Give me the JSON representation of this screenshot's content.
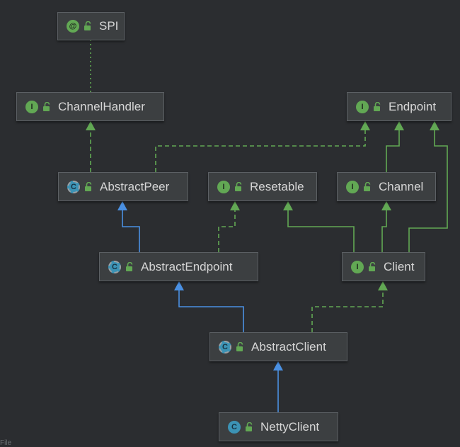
{
  "colors": {
    "background": "#2b2d30",
    "node_fill": "#3c3f41",
    "interface_badge": "#62a854",
    "class_badge": "#3c93b5",
    "implements_edge": "#62a854",
    "extends_edge": "#4a90e2",
    "annotation_edge": "#62a854"
  },
  "nodes": [
    {
      "id": "spi",
      "label": "SPI",
      "kind": "annotation",
      "badge": "@"
    },
    {
      "id": "channelhandler",
      "label": "ChannelHandler",
      "kind": "interface",
      "badge": "I"
    },
    {
      "id": "endpoint",
      "label": "Endpoint",
      "kind": "interface",
      "badge": "I"
    },
    {
      "id": "abstractpeer",
      "label": "AbstractPeer",
      "kind": "abstract",
      "badge": "C"
    },
    {
      "id": "resetable",
      "label": "Resetable",
      "kind": "interface",
      "badge": "I"
    },
    {
      "id": "channel",
      "label": "Channel",
      "kind": "interface",
      "badge": "I"
    },
    {
      "id": "abstractendpoint",
      "label": "AbstractEndpoint",
      "kind": "abstract",
      "badge": "C"
    },
    {
      "id": "client",
      "label": "Client",
      "kind": "interface",
      "badge": "I"
    },
    {
      "id": "abstractclient",
      "label": "AbstractClient",
      "kind": "abstract",
      "badge": "C"
    },
    {
      "id": "nettyclient",
      "label": "NettyClient",
      "kind": "class",
      "badge": "C"
    }
  ],
  "edges": [
    {
      "from": "channelhandler",
      "to": "spi",
      "type": "annotation"
    },
    {
      "from": "abstractpeer",
      "to": "channelhandler",
      "type": "implements"
    },
    {
      "from": "abstractpeer",
      "to": "endpoint",
      "type": "implements"
    },
    {
      "from": "channel",
      "to": "endpoint",
      "type": "extends-interface"
    },
    {
      "from": "client",
      "to": "endpoint",
      "type": "extends-interface"
    },
    {
      "from": "abstractendpoint",
      "to": "abstractpeer",
      "type": "extends"
    },
    {
      "from": "abstractendpoint",
      "to": "resetable",
      "type": "implements"
    },
    {
      "from": "client",
      "to": "resetable",
      "type": "extends-interface"
    },
    {
      "from": "client",
      "to": "channel",
      "type": "extends-interface"
    },
    {
      "from": "abstractclient",
      "to": "abstractendpoint",
      "type": "extends"
    },
    {
      "from": "abstractclient",
      "to": "client",
      "type": "implements"
    },
    {
      "from": "nettyclient",
      "to": "abstractclient",
      "type": "extends"
    }
  ],
  "footer_fragment": "File"
}
